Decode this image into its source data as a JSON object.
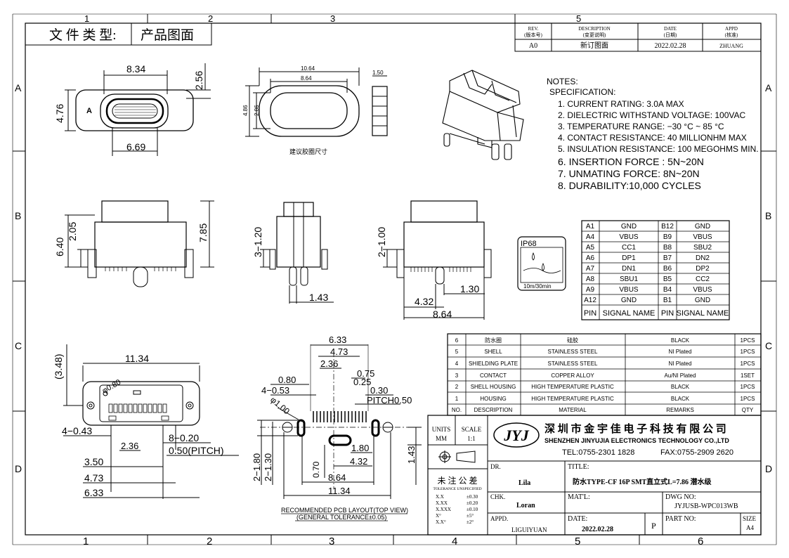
{
  "header": {
    "doc_type_label": "文 件 类 型:",
    "doc_type_value": "产品图面"
  },
  "revision": {
    "headers": [
      "REV.",
      "(版本号)",
      "DESCRIPTION",
      "(变更说明)",
      "DATE",
      "(日期)",
      "APPD",
      "(核准)"
    ],
    "row": {
      "rev": "A0",
      "description": "新订图面",
      "date": "2022.02.28",
      "appd": "ZHUANG"
    }
  },
  "grid": {
    "cols": [
      "1",
      "2",
      "3",
      "4",
      "5",
      "6"
    ],
    "top_cols": [
      "1",
      "2",
      "3",
      "5"
    ],
    "rows_left": [
      "A",
      "B",
      "C",
      "D"
    ],
    "rows_right": [
      "A",
      "B",
      "C",
      "D"
    ]
  },
  "notes": {
    "title": "NOTES:",
    "spec_title": "SPECIFICATION:",
    "items": [
      "1. CURRENT RATING: 3.0A MAX",
      "2. DIELECTRIC WITHSTAND VOLTAGE: 100VAC",
      "3. TEMPERATURE RANGE: −30 °C ~ 85 °C",
      "4. CONTACT RESISTANCE: 40 MILLIONHM MAX",
      "5. INSULATION RESISTANCE: 100 MEGOHMS MIN.",
      "6. INSERTION FORCE : 5N~20N",
      "7. UNMATING FORCE: 8N~20N",
      "8. DURABILITY:10,000 CYCLES"
    ]
  },
  "dims": {
    "front_top": "8.34",
    "front_right": "2.56",
    "front_left": "4.76",
    "front_bottom": "6.69",
    "front_label": "A",
    "gasket_outer": "10.64",
    "gasket_inner": "8.64",
    "gasket_thk": "1.50",
    "gasket_h_outer": "4.86",
    "gasket_h_inner": "2.86",
    "gasket_caption": "建议胶圈尺寸",
    "side_640": "6.40",
    "side_205": "2.05",
    "side_785": "7.85",
    "mid_3120": "3−1.20",
    "mid_143": "1.43",
    "right_2100": "2−1.00",
    "right_130": "1.30",
    "right_432": "4.32",
    "right_864": "8.64",
    "bot_348": "(3.48)",
    "bot_1134": "11.34",
    "bot_phi": "φ0.80",
    "bot_4043": "4−0.43",
    "bot_236": "2.36",
    "bot_8020": "8−0.20",
    "bot_pitch": "0.50(PITCH)",
    "bot_350": "3.50",
    "bot_473": "4.73",
    "bot_633": "6.33",
    "pcb_633": "6.33",
    "pcb_473": "4.73",
    "pcb_236": "2.36",
    "pcb_075": "0.75",
    "pcb_025": "0.25",
    "pcb_080": "0.80",
    "pcb_4053": "4−0.53",
    "pcb_030": "0.30",
    "pcb_pitch": "PITCH0.50",
    "pcb_phi": "φ1.00",
    "pcb_180": "1.80",
    "pcb_432": "4.32",
    "pcb_070": "0.70",
    "pcb_864": "8.64",
    "pcb_1134": "11.34",
    "pcb_2180": "2−1.80",
    "pcb_2130": "2−1.30",
    "pcb_143": "1.43",
    "pcb_caption1": "RECOMMENDED PCB LAYOUT(TOP VIEW)",
    "pcb_caption2": "(GENERAL TOLERANCE±0.05)"
  },
  "ip": {
    "rating": "IP68",
    "depth": "10m/30min"
  },
  "pin_table": {
    "rows": [
      [
        "A1",
        "GND",
        "B12",
        "GND"
      ],
      [
        "A4",
        "VBUS",
        "B9",
        "VBUS"
      ],
      [
        "A5",
        "CC1",
        "B8",
        "SBU2"
      ],
      [
        "A6",
        "DP1",
        "B7",
        "DN2"
      ],
      [
        "A7",
        "DN1",
        "B6",
        "DP2"
      ],
      [
        "A8",
        "SBU1",
        "B5",
        "CC2"
      ],
      [
        "A9",
        "VBUS",
        "B4",
        "VBUS"
      ],
      [
        "A12",
        "GND",
        "B1",
        "GND"
      ]
    ],
    "header": [
      "PIN",
      "SIGNAL NAME",
      "PIN",
      "SIGNAL NAME"
    ]
  },
  "bom": {
    "rows": [
      [
        "6",
        "防水圈",
        "硅胶",
        "BLACK",
        "1PCS"
      ],
      [
        "5",
        "SHELL",
        "STAINLESS STEEL",
        "NI Plated",
        "1PCS"
      ],
      [
        "4",
        "SHIELDING PLATE",
        "STAINLESS STEEL",
        "NI Plated",
        "1PCS"
      ],
      [
        "3",
        "CONTACT",
        "COPPER ALLOY",
        "Au/NI Plated",
        "1SET"
      ],
      [
        "2",
        "SHELL HOUSING",
        "HIGH TEMPERATURE PLASTIC",
        "BLACK",
        "1PCS"
      ],
      [
        "1",
        "HOUSING",
        "HIGH TEMPERATURE PLASTIC",
        "BLACK",
        "1PCS"
      ]
    ],
    "header": [
      "NO.",
      "DESCRIPTION",
      "MATERIAL",
      "REMARKS",
      "QTY"
    ]
  },
  "title_block": {
    "units_label": "UNITS",
    "units_value": "MM",
    "scale_label": "SCALE",
    "scale_value": "1:1",
    "logo": "JYJ",
    "company_cn": "深 圳 市 金 宇 佳 电 子 科 技 有 限 公 司",
    "company_en": "SHENZHEN JINYUJIA ELECTRONICS TECHNOLOGY CO.,LTD",
    "tel": "TEL:0755-2301 1828",
    "fax": "FAX:0755-2909 2620",
    "tol_title": "未 注 公 差",
    "tol_sub": "TOLERANCE UNSPECIFIED",
    "tol_rows": [
      [
        "X.X",
        "±0.30"
      ],
      [
        "X.XX",
        "±0.20"
      ],
      [
        "X.XXX",
        "±0.10"
      ],
      [
        "X°",
        "±5°"
      ],
      [
        "X.X°",
        "±2°"
      ]
    ],
    "dr_label": "DR.",
    "dr_value": "Lila",
    "chk_label": "CHK.",
    "chk_value": "Loran",
    "appd_label": "APPD.",
    "appd_value": "LIGUIYUAN",
    "title_label": "TITLE:",
    "title_value": "防水TYPE-CF 16P SMT直立式L=7.86 潜水级",
    "matl_label": "MAT'L:",
    "dwg_label": "DWG NO:",
    "dwg_value": "JYJUSB-WPC013WB",
    "date_label": "DATE:",
    "date_value": "2022.02.28",
    "proj": "P",
    "part_label": "PART NO:",
    "size_label": "SIZE",
    "size_value": "A4"
  }
}
